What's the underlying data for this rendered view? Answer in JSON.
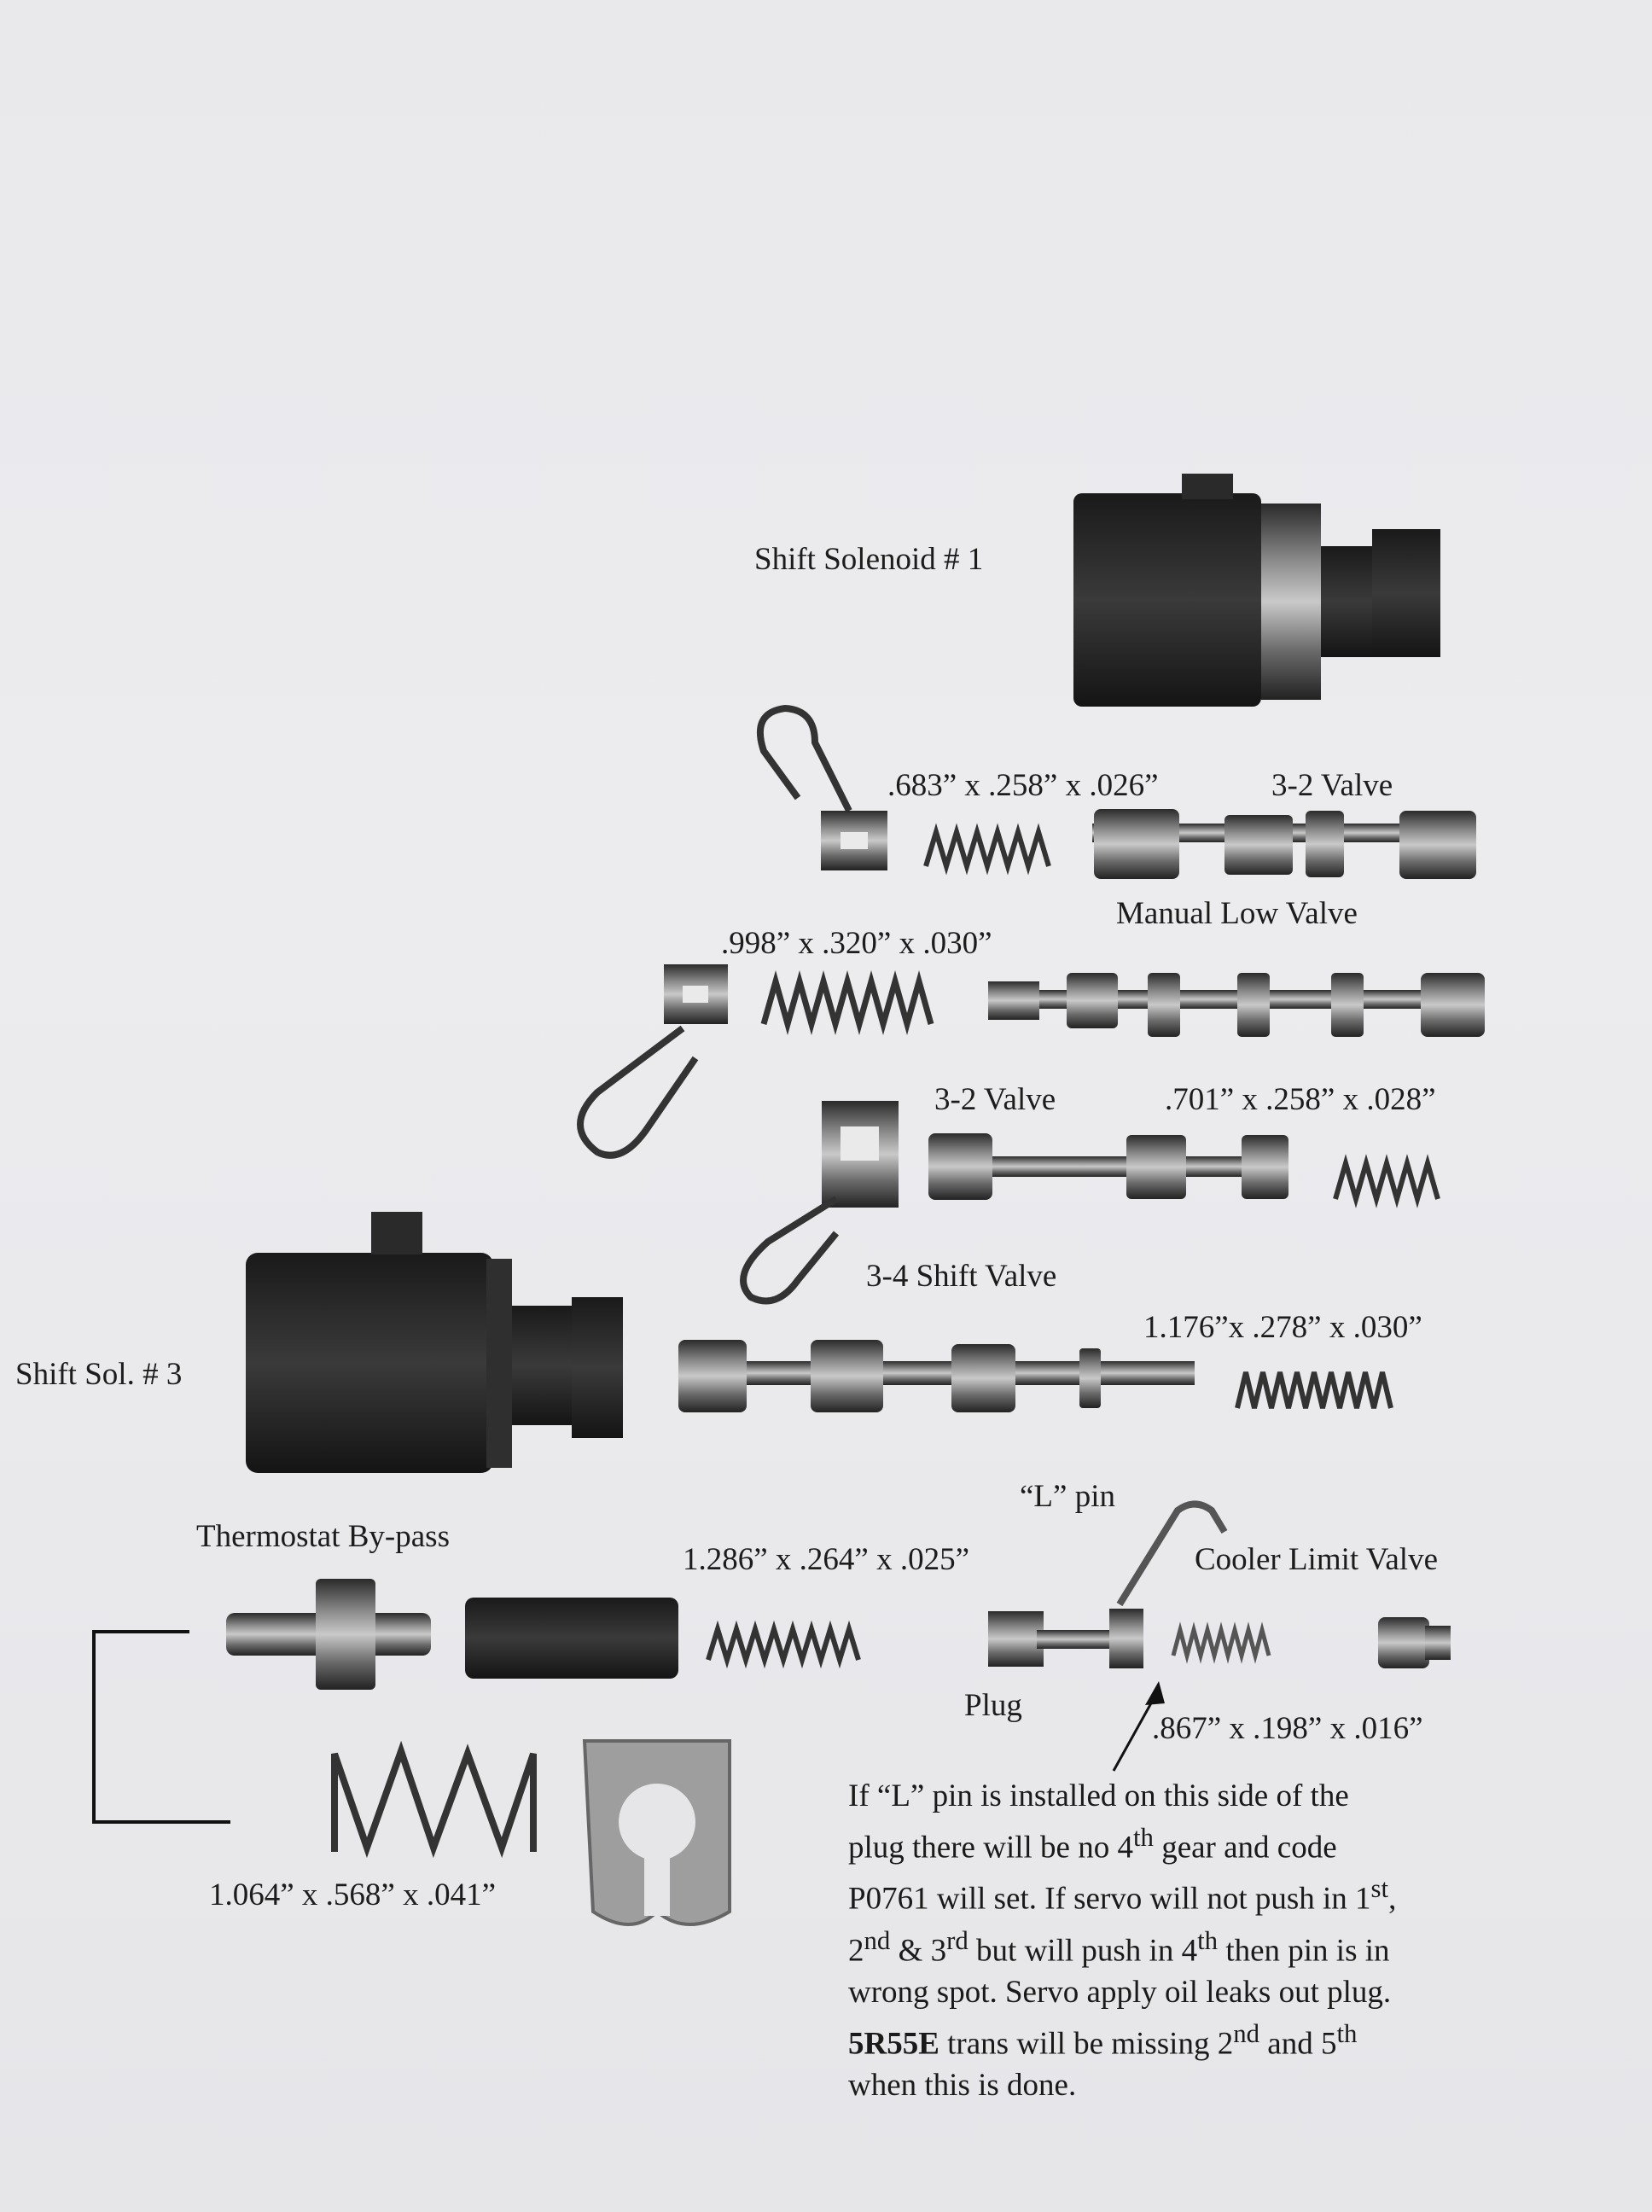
{
  "labels": {
    "shift_solenoid_1": "Shift Solenoid # 1",
    "spring_1": ".683” x .258” x .026”",
    "valve_32_top": "3-2 Valve",
    "manual_low_valve": "Manual Low Valve",
    "spring_2": ".998” x .320” x .030”",
    "valve_32_mid": "3-2 Valve",
    "spring_3": ".701” x .258” x .028”",
    "shift_valve_34": "3-4 Shift Valve",
    "spring_4": "1.176”x .278” x .030”",
    "shift_sol_3": "Shift Sol. # 3",
    "l_pin": "“L” pin",
    "thermostat_bypass": "Thermostat By-pass",
    "spring_5": "1.286” x .264” x .025”",
    "cooler_limit_valve": "Cooler Limit Valve",
    "plug": "Plug",
    "spring_6": ".867” x .198” x .016”",
    "spring_7": "1.064” x .568” x .041”"
  },
  "note": {
    "l1": "If “L” pin is installed on this side of the",
    "l2a": "plug there will be no 4",
    "l2sup": "th",
    "l2b": " gear and code",
    "l3a": "P0761 will set. If servo will not push in 1",
    "l3sup": "st",
    "l3b": ",",
    "l4a": "2",
    "l4sup1": "nd",
    "l4b": " & 3",
    "l4sup2": "rd",
    "l4c": " but will push in 4",
    "l4sup3": "th",
    "l4d": " then pin is in",
    "l5": "wrong spot. Servo apply oil leaks out plug.",
    "l6bold": "5R55E",
    "l6a": " trans will be missing 2",
    "l6sup1": "nd",
    "l6b": " and 5",
    "l6sup2": "th",
    "l7": "when this is done."
  }
}
